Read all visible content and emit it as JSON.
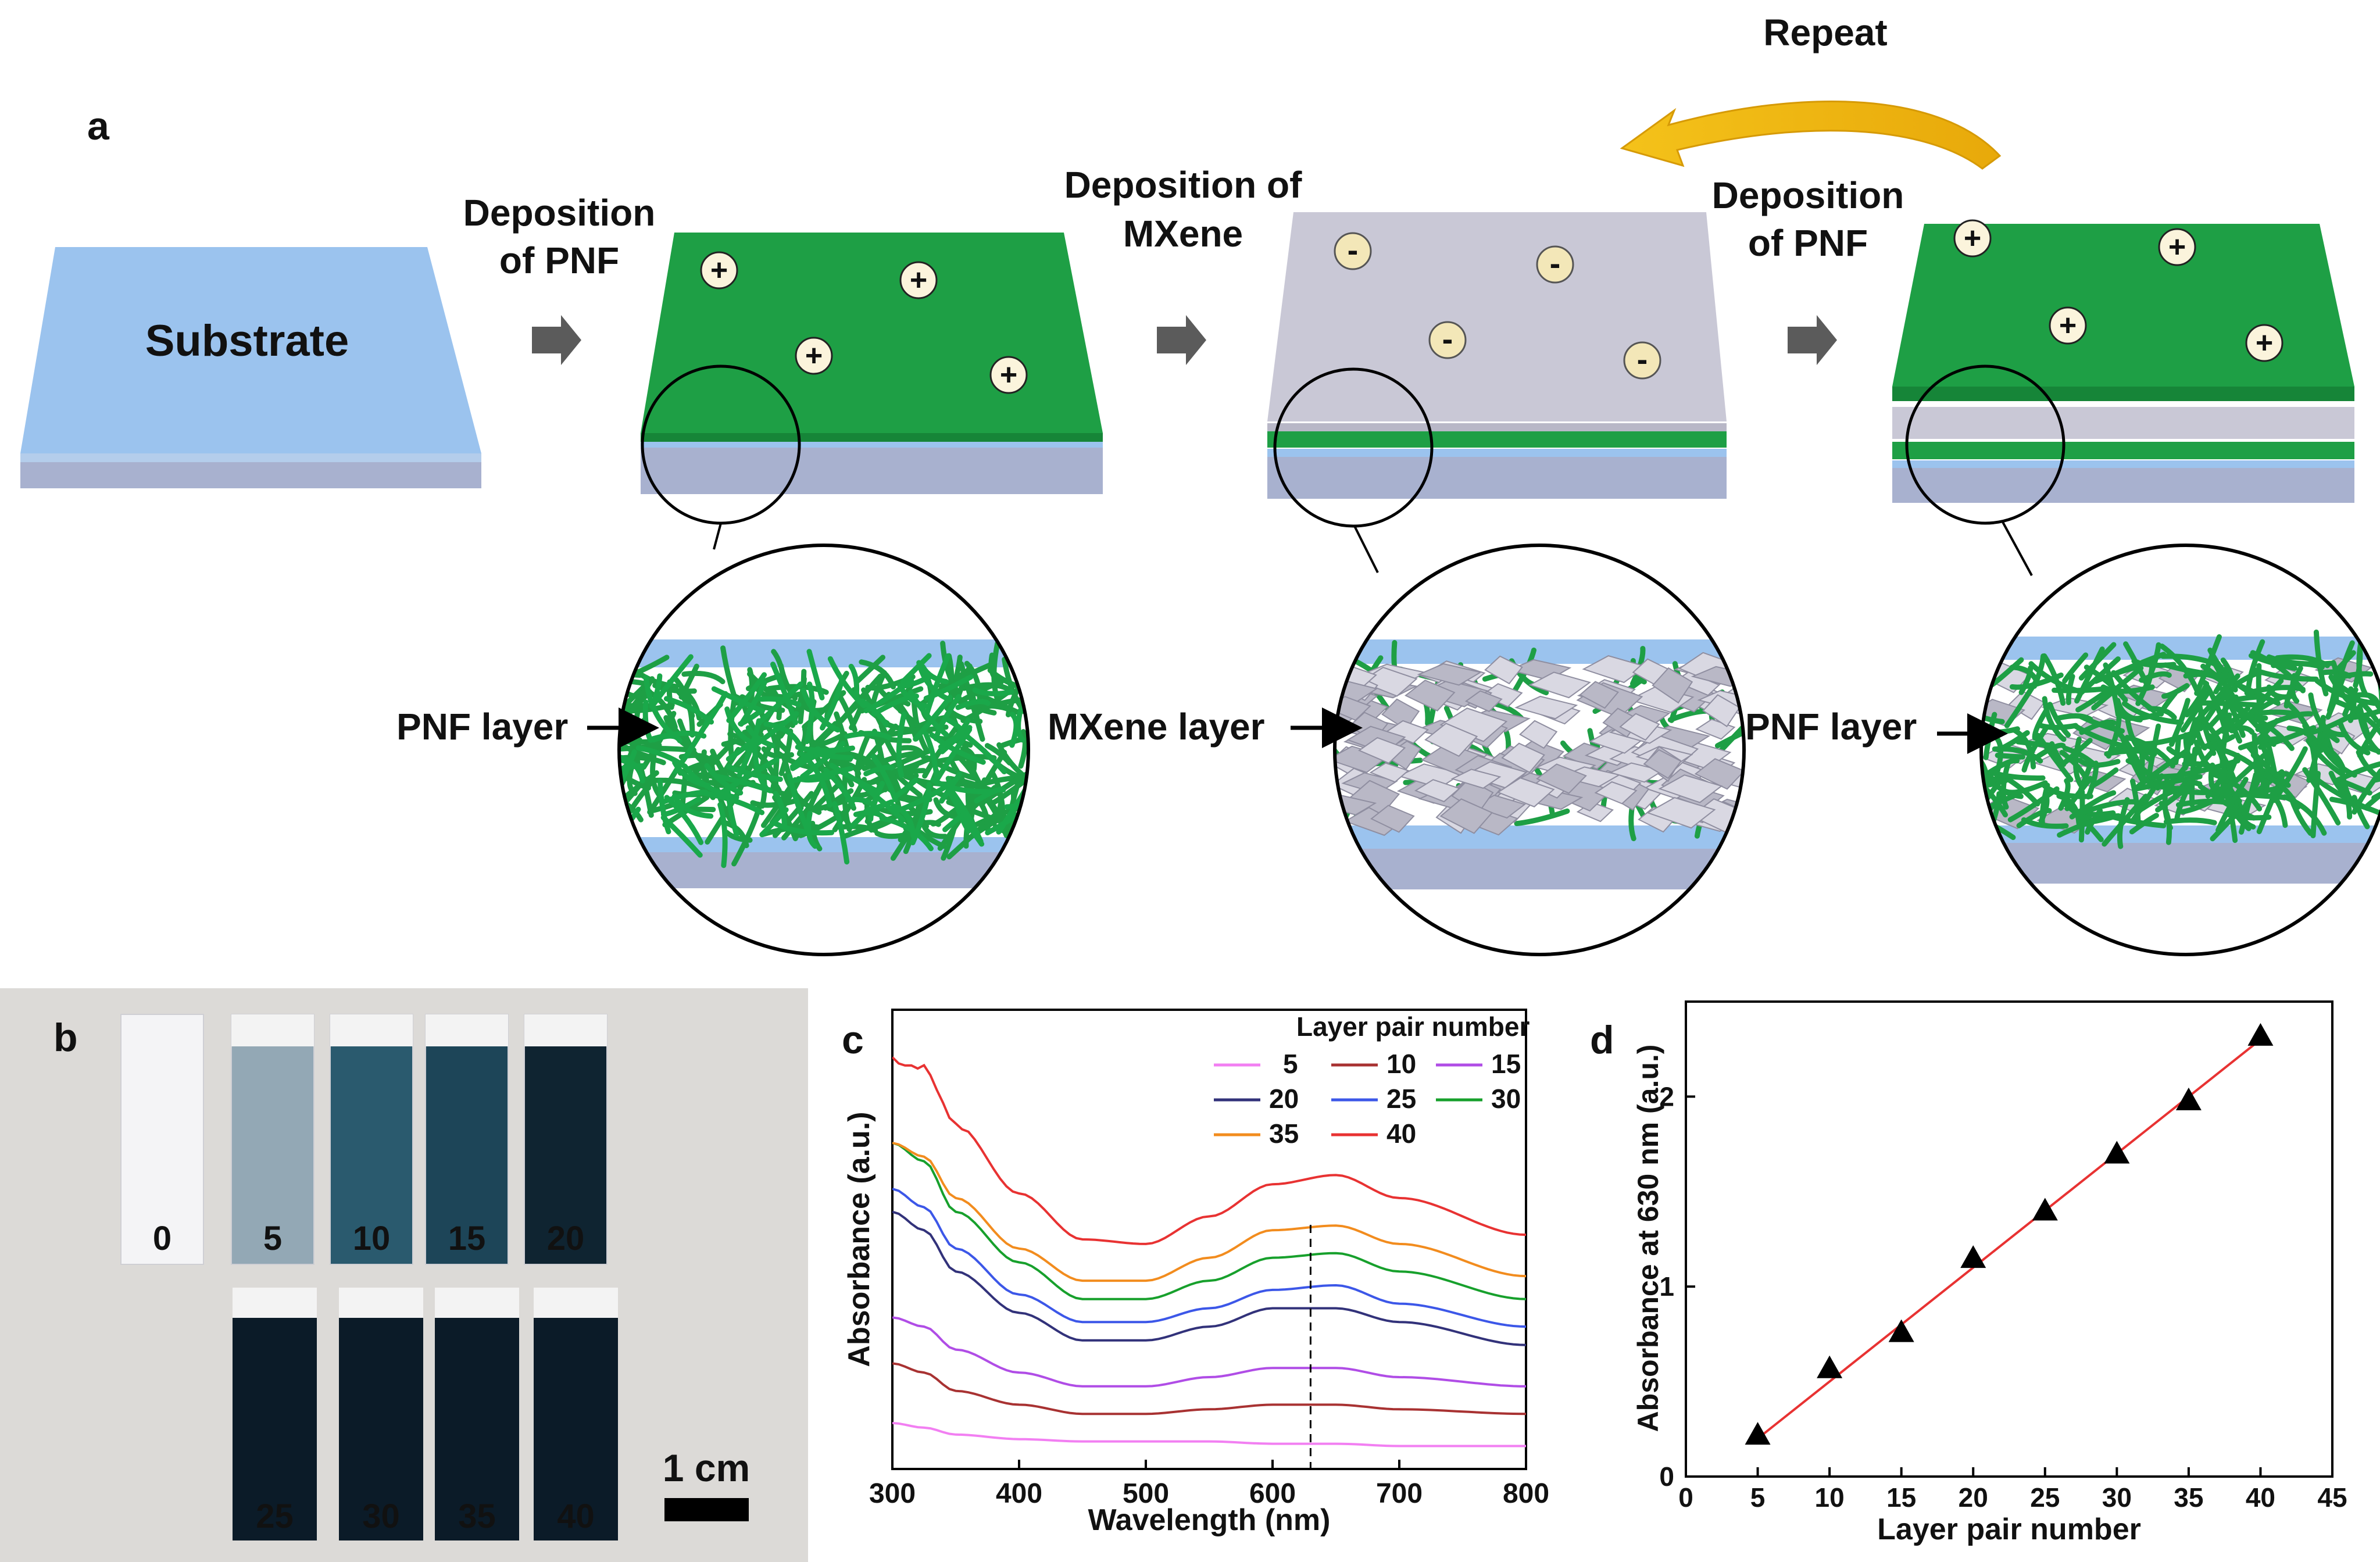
{
  "panel_a": {
    "label": "a",
    "substrate": "Substrate",
    "step1": [
      "Deposition",
      "of PNF"
    ],
    "step2": [
      "Deposition of",
      "MXene"
    ],
    "step3": [
      "Deposition",
      "of PNF"
    ],
    "repeat": "Repeat",
    "pnf_layer": "PNF layer",
    "mxene_layer": "MXene layer",
    "pnf_layer_2": "PNF layer",
    "plus": "+",
    "minus": "-",
    "colors": {
      "substrate": "#9bc3ee",
      "pnf": "#1e9f45",
      "mxene": "#c9c8d6",
      "repeat_arrow": "#f3bb0e"
    }
  },
  "panel_b": {
    "label": "b",
    "top_row": [
      "0",
      "5",
      "10",
      "15",
      "20"
    ],
    "bottom_row": [
      "25",
      "30",
      "35",
      "40"
    ],
    "scale_bar": "1 cm"
  },
  "chart_data": [
    {
      "type": "line",
      "panel": "c",
      "xlabel": "Wavelength (nm)",
      "ylabel": "Absorbance (a.u.)",
      "xlim": [
        300,
        800
      ],
      "xticks": [
        300,
        400,
        500,
        600,
        700,
        800
      ],
      "ylim": [
        0,
        1
      ],
      "reference_line_x": 630,
      "legend_title": "Layer pair number",
      "legend_position": "top-right",
      "series": [
        {
          "name": "5",
          "color": "#f27ff2",
          "values": [
            0.1,
            0.09,
            0.075,
            0.065,
            0.06,
            0.06,
            0.06,
            0.055,
            0.055,
            0.05,
            0.05
          ]
        },
        {
          "name": "10",
          "color": "#a83232",
          "values": [
            0.23,
            0.21,
            0.17,
            0.14,
            0.12,
            0.12,
            0.13,
            0.14,
            0.14,
            0.13,
            0.12
          ]
        },
        {
          "name": "15",
          "color": "#b04de6",
          "values": [
            0.33,
            0.31,
            0.26,
            0.21,
            0.18,
            0.18,
            0.2,
            0.22,
            0.22,
            0.2,
            0.18
          ]
        },
        {
          "name": "20",
          "color": "#32327a",
          "values": [
            0.56,
            0.52,
            0.43,
            0.34,
            0.28,
            0.28,
            0.31,
            0.35,
            0.35,
            0.32,
            0.27
          ]
        },
        {
          "name": "25",
          "color": "#3c57e8",
          "values": [
            0.61,
            0.57,
            0.48,
            0.38,
            0.32,
            0.32,
            0.35,
            0.39,
            0.4,
            0.36,
            0.31
          ]
        },
        {
          "name": "30",
          "color": "#17a02c",
          "values": [
            0.71,
            0.67,
            0.56,
            0.45,
            0.37,
            0.37,
            0.41,
            0.46,
            0.47,
            0.43,
            0.37
          ]
        },
        {
          "name": "35",
          "color": "#f28c1e",
          "values": [
            0.71,
            0.68,
            0.59,
            0.48,
            0.41,
            0.41,
            0.46,
            0.52,
            0.53,
            0.49,
            0.42
          ]
        },
        {
          "name": "40",
          "color": "#e83232",
          "values": [
            0.89,
            0.87,
            0.75,
            0.6,
            0.5,
            0.49,
            0.55,
            0.62,
            0.64,
            0.59,
            0.51
          ]
        }
      ],
      "x": [
        300,
        325,
        350,
        400,
        450,
        500,
        550,
        600,
        650,
        700,
        800
      ]
    },
    {
      "type": "scatter",
      "panel": "d",
      "xlabel": "Layer pair number",
      "ylabel": "Absorbance at 630 nm (a.u.)",
      "xlim": [
        0,
        45
      ],
      "ylim": [
        0,
        2.5
      ],
      "xticks": [
        0,
        5,
        10,
        15,
        20,
        25,
        30,
        35,
        40,
        45
      ],
      "yticks": [
        0,
        1,
        2
      ],
      "x": [
        5,
        10,
        15,
        20,
        25,
        30,
        35,
        40
      ],
      "y": [
        0.22,
        0.57,
        0.76,
        1.15,
        1.4,
        1.7,
        1.98,
        2.32
      ],
      "fit_line": {
        "x": [
          5,
          40
        ],
        "y": [
          0.2,
          2.3
        ],
        "color": "#e83232"
      }
    }
  ]
}
